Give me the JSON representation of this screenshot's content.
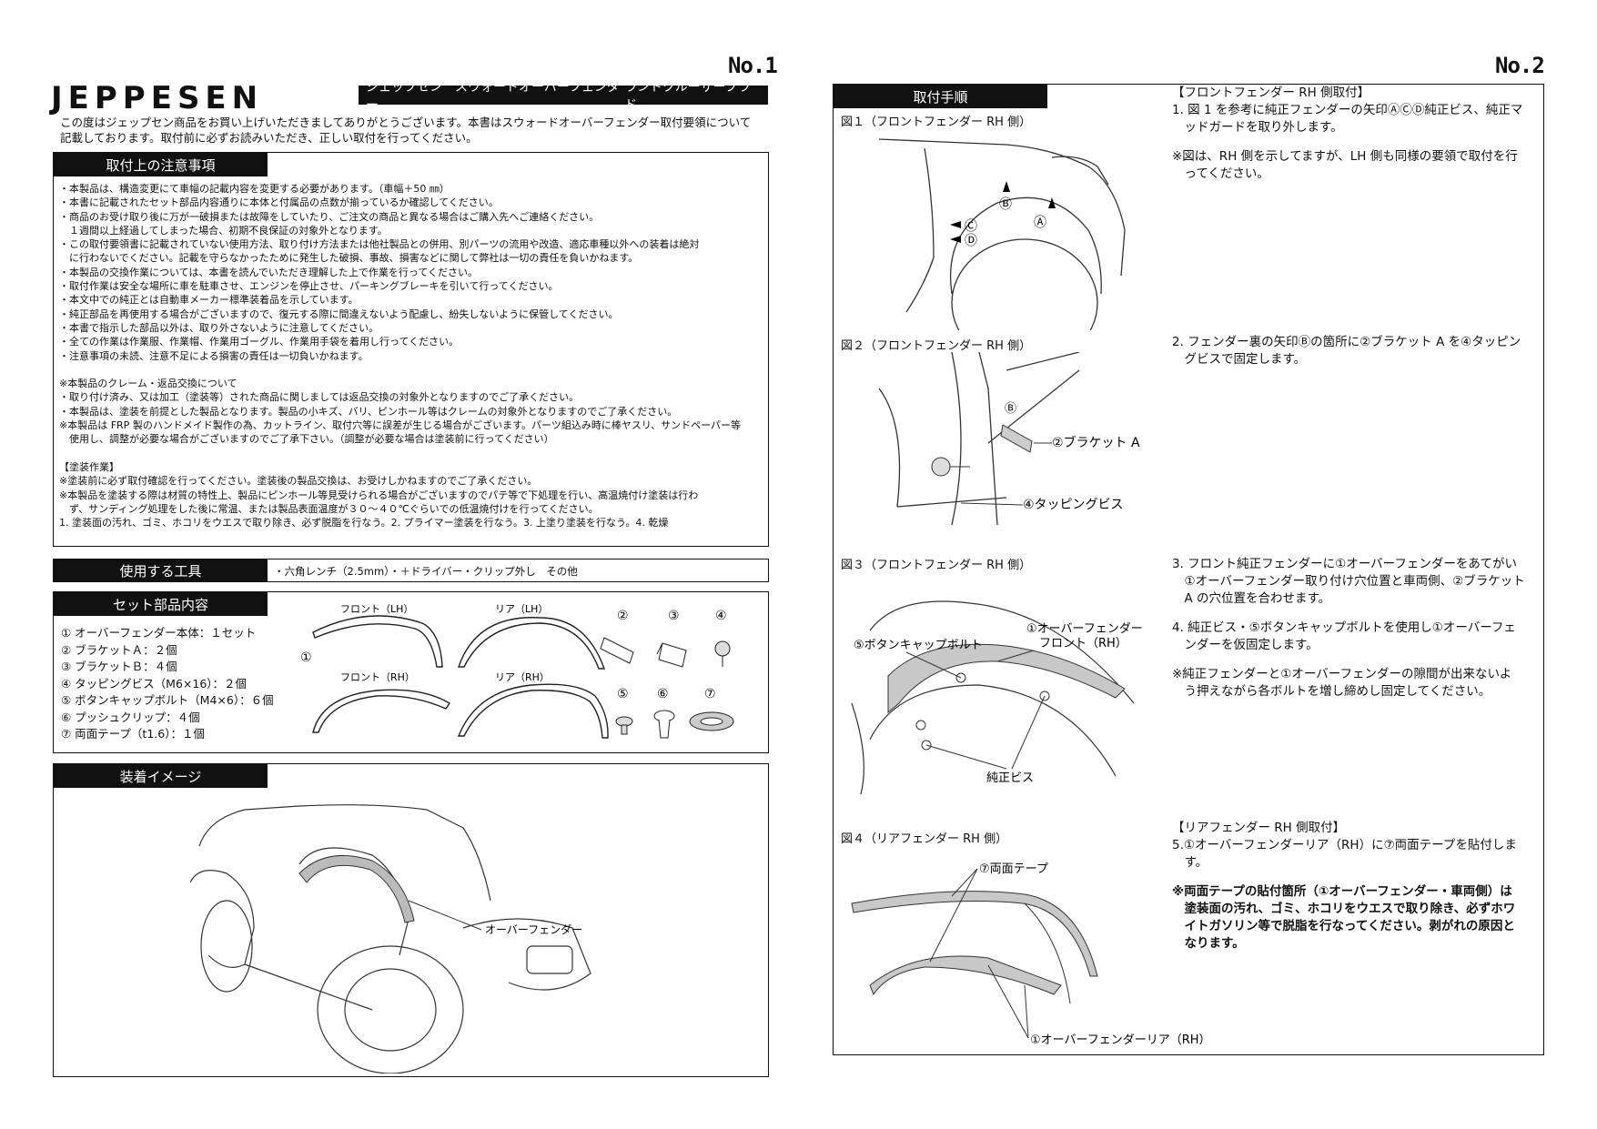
{
  "page1": {
    "page_no": "No.1",
    "logo": "JEPPESEN",
    "header_product": "ジェップセン　スウォードオーバーフェンダー",
    "header_model": "ランドクルーザープラド",
    "intro": [
      "この度はジェップセン商品をお買い上げいただきましてありがとうございます。本書はスウォードオーバーフェンダー取付要領について",
      "記載しております。取付前に必ずお読みいただき、正しい取付を行ってください。"
    ],
    "caution": {
      "title": "取付上の注意事項",
      "lines": [
        "・本製品は、構造変更にて車幅の記載内容を変更する必要があります。（車幅＋50 ㎜）",
        "・本書に記載されたセット部品内容通りに本体と付属品の点数が揃っているか確認してください。",
        "・商品のお受け取り後に万が一破損または故障をしていたり、ご注文の商品と異なる場合はご購入先へご連絡ください。",
        "　１週間以上経過してしまった場合、初期不良保証の対象外となります。",
        "・この取付要領書に記載されていない使用方法、取り付け方法または他社製品との併用、別パーツの流用や改造、適応車種以外への装着は絶対",
        "　に行わないでください。記載を守らなかったために発生した破損、事故、損害などに関して弊社は一切の責任を負いかねます。",
        "・本製品の交換作業については、本書を読んでいただき理解した上で作業を行ってください。",
        "・取付作業は安全な場所に車を駐車させ、エンジンを停止させ、パーキングブレーキを引いて行ってください。",
        "・本文中での純正とは自動車メーカー標準装着品を示しています。",
        "・純正部品を再使用する場合がございますので、復元する際に間違えないよう配慮し、紛失しないように保管してください。",
        "・本書で指示した部品以外は、取り外さないように注意してください。",
        "・全ての作業は作業服、作業帽、作業用ゴーグル、作業用手袋を着用し行ってください。",
        "・注意事項の未読、注意不足による損害の責任は一切負いかねます。",
        "",
        "※本製品のクレーム・返品交換について",
        "・取り付け済み、又は加工（塗装等）された商品に関しましては返品交換の対象外となりますのでご了承ください。",
        "・本製品は、塗装を前提とした製品となります。製品の小キズ、バリ、ピンホール等はクレームの対象外となりますのでご了承ください。",
        "※本製品は FRP 製のハンドメイド製作の為、カットライン、取付穴等に誤差が生じる場合がございます。パーツ組込み時に棒ヤスリ、サンドペーパー等",
        "　使用し、調整が必要な場合がございますのでご了承下さい。（調整が必要な場合は塗装前に行ってください）",
        "",
        "【塗装作業】",
        "※塗装前に必ず取付確認を行ってください。塗装後の製品交換は、お受けしかねますのでご了承ください。",
        "※本製品を塗装する際は材質の特性上、製品にピンホール等見受けられる場合がございますのでパテ等で下処理を行い、高温焼付け塗装は行わ",
        "　ず、サンディング処理をした後に常温、または製品表面温度が３０～４０℃ぐらいでの低温焼付けを行ってください。",
        "1. 塗装面の汚れ、ゴミ、ホコリをウエスで取り除き、必ず脱脂を行なう。2. プライマー塗装を行なう。3. 上塗り塗装を行なう。4. 乾燥"
      ]
    },
    "tools": {
      "title": "使用する工具",
      "text": "・六角レンチ（2.5mm）・＋ドライバー・クリップ外し　その他"
    },
    "parts": {
      "title": "セット部品内容",
      "items": [
        "① オーバーフェンダー本体：１セット",
        "② ブラケットＡ：２個",
        "③ ブラケットＢ：４個",
        "④ タッピングビス（M6×16）：２個",
        "⑤ ボタンキャップボルト（M4×6）：６個",
        "⑥ プッシュクリップ：４個",
        "⑦ 両面テープ（t1.6）：１個"
      ],
      "labels": {
        "front_lh": "フロント（LH）",
        "rear_lh": "リア（LH）",
        "front_rh": "フロント（RH）",
        "rear_rh": "リア（RH）",
        "n1": "①",
        "n2": "②",
        "n3": "③",
        "n4": "④",
        "n5": "⑤",
        "n6": "⑥",
        "n7": "⑦"
      }
    },
    "image": {
      "title": "装着イメージ",
      "label": "オーバーフェンダー"
    }
  },
  "page2": {
    "page_no": "No.2",
    "steps_title": "取付手順",
    "fig1": {
      "caption": "図１（フロントフェンダー RH 側）",
      "heading": "【フロントフェンダー RH 側取付】",
      "step": [
        "1. 図 1 を参考に純正フェンダーの矢印ⒶⒸⒹ純正ビス、純正マ",
        "　ッドガードを取り外します。"
      ],
      "note": [
        "※図は、RH 側を示してますが、LH 側も同様の要領で取付を行",
        "　ってください。"
      ],
      "marks": {
        "a": "Ⓐ",
        "b": "Ⓑ",
        "c": "Ⓒ",
        "d": "Ⓓ"
      }
    },
    "fig2": {
      "caption": "図２（フロントフェンダー RH 側）",
      "step": [
        "2. フェンダー裏の矢印Ⓑの箇所に②ブラケット A を④タッピン",
        "　グビスで固定します。"
      ],
      "label_bracket": "②ブラケット A",
      "label_screw": "④タッピングビス",
      "mark_b": "Ⓑ"
    },
    "fig3": {
      "caption": "図３（フロントフェンダー RH 側）",
      "step3": [
        "3. フロント純正フェンダーに①オーバーフェンダーをあてがい",
        "　①オーバーフェンダー取り付け穴位置と車両側、②ブラケット",
        "　A の穴位置を合わせます。"
      ],
      "step4": [
        "4. 純正ビス・⑤ボタンキャップボルトを使用し①オーバーフェ",
        "　ンダーを仮固定します。"
      ],
      "note": [
        "※純正フェンダーと①オーバーフェンダーの隙間が出来ないよ",
        "　う押えながら各ボルトを増し締めし固定してください。"
      ],
      "label_bolt": "⑤ボタンキャップボルト",
      "label_fender1": "①オーバーフェンダー",
      "label_fender2": "フロント（RH）",
      "label_screw": "純正ビス"
    },
    "fig4": {
      "caption": "図４（リアフェンダー RH 側）",
      "heading": "【リアフェンダー RH 側取付】",
      "step": [
        "5.①オーバーフェンダーリア（RH）に⑦両面テープを貼付しま",
        "　す。"
      ],
      "note": [
        "※両面テープの貼付箇所（①オーバーフェンダー・車両側）は",
        "　塗装面の汚れ、ゴミ、ホコリをウエスで取り除き、必ずホワ",
        "　イトガソリン等で脱脂を行なってください。剥がれの原因と",
        "　なります。"
      ],
      "label_tape": "⑦両面テープ",
      "label_fender": "①オーバーフェンダーリア（RH）"
    }
  }
}
